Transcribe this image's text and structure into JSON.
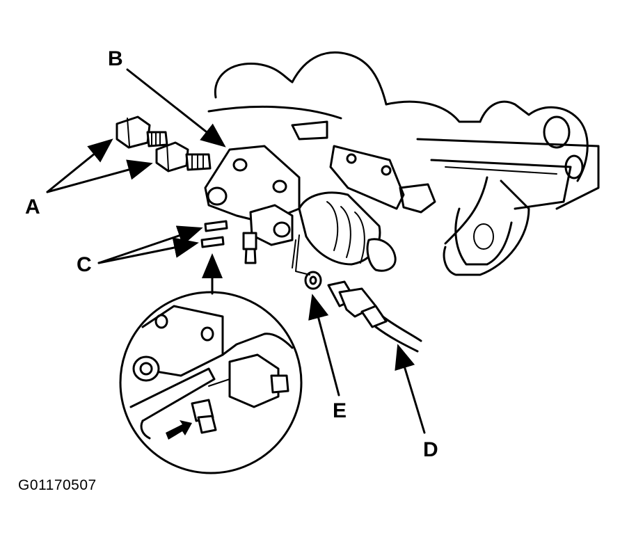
{
  "diagram": {
    "figure_id": "G01170507",
    "callouts": {
      "a": "A",
      "b": "B",
      "c": "C",
      "d": "D",
      "e": "E"
    }
  }
}
